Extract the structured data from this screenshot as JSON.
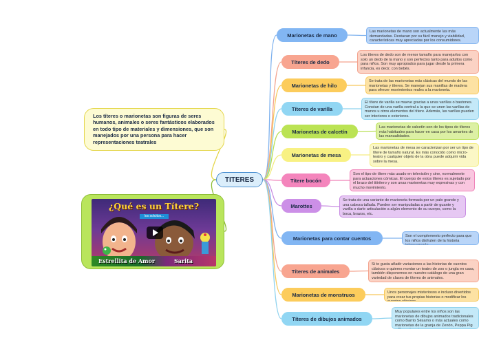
{
  "central": "TITERES",
  "definition": "Los títeres o marionetas son figuras de seres humanos, animales o seres fantásticos elaborados en todo tipo de materiales y dimensiones, que son manejados por una persona para hacer representaciones teatrales",
  "video": {
    "title": "¿Qué es un Títere?",
    "subtitle": "los solcitos...",
    "names": [
      "Estrellita de Amor",
      "Sarita"
    ]
  },
  "colors": {
    "central": "#dbeefb",
    "definition_bg": "#fdfbd3",
    "video_bg": "#b9e55c"
  },
  "branches": [
    {
      "topic": "Marionetas de mano",
      "color": "#7fb2ee",
      "note_bg": "#b9d5f8",
      "note": "Las marionetas de mano son actualmente las más demandadas. Destacan por su fácil manejo y viabilidad, características muy apreciadas por los consumidores."
    },
    {
      "topic": "Títeres de dedo",
      "color": "#f3a28d",
      "note_bg": "#fbd2c4",
      "note": "Los títeres de dedo son de menor tamaño para manejarlos con solo un dedo de la mano y son perfectos tanto para adultos como para niños. Son muy apropiados para jugar desde la primera infancia, es decir, con bebés."
    },
    {
      "topic": "Marionetas de hilo",
      "color": "#f7c85a",
      "note_bg": "#fde2a3",
      "note": "Se trata de las marionetas más clásicas del mundo de las marionetas y títeres. Se manejan sus manillas de madera para ofrecer movimientos reales a la marioneta."
    },
    {
      "topic": "Títeres de varilla",
      "color": "#8ed2ee",
      "note_bg": "#c4e9f8",
      "note": "El títere de varilla se mueve gracias a unas varillas o bastones. Constan de una varilla central a la que se unen las varillas de manos u otros elementos del títere. Además, las varillas pueden ser interiores o exteriores."
    },
    {
      "topic": "Marionetas de calcetín",
      "color": "#b7df52",
      "note_bg": "#dcf0a4",
      "note": "Las marionetas de calcetín son de los tipos de títeres más habituales para hacer en casa por los amantes de las manualidades."
    },
    {
      "topic": "Marionetas de mesa",
      "color": "#f3ec80",
      "note_bg": "#fbf7c6",
      "note": "Las marionetas de mesa se caracterizan por ser un tipo de títere de tamaño natural. Es más conocido como micro-teatro y cualquier objeto de la obra puede adquirir vida sobre la mesa."
    },
    {
      "topic": "Títere bocón",
      "color": "#ef82b8",
      "note_bg": "#f9c6df",
      "note": "Son el tipo de títere más usado en televisión y cine, normalmente para actuaciones cómicas. El cuerpo de estos títeres es sujetado por el brazo del titiritero y son unas marionetas muy expresivas y con mucho movimiento."
    },
    {
      "topic": "Marottes",
      "color": "#c88ce2",
      "note_bg": "#e6c8f3",
      "note": "Se trata de una variante de marioneta formada por un palo grande y una cabeza tallada. Pueden ser manipuladas a partir de guante y varilla o darle articulación a algún elemento de su cuerpo, como la boca, brazos, etc."
    },
    {
      "topic": "Marionetas para contar cuentos",
      "color": "#7fb2ee",
      "note_bg": "#b9d5f8",
      "note": "Son el complemento perfecto para que los niños disfruten de la historia intensamente."
    },
    {
      "topic": "Títeres de animales",
      "color": "#f3a28d",
      "note_bg": "#fbd2c4",
      "note": "Si te gusta añadir variaciones a las historias de cuentos clásicos o quieres montar un teatro de zoo o jungla en casa, también disponemos en nuestro catálogo de una gran variedad de clases de títeres de animales."
    },
    {
      "topic": "Marionetas de monstruos",
      "color": "#f7c85a",
      "note_bg": "#fde2a3",
      "note": "Unos personajes misteriosos e incluso divertidos para crear tus propias historias o modificar los cuentos clásicos."
    },
    {
      "topic": "Títeres de dibujos animados",
      "color": "#8ed2ee",
      "note_bg": "#c4e9f8",
      "note": "Muy populares entre los niños son las marionetas de dibujos animados tradicionales como Barrio Sésamo o más actuales como marionetas de la granja de Zenón, Peppa Pig o Pocoyó canina."
    }
  ]
}
